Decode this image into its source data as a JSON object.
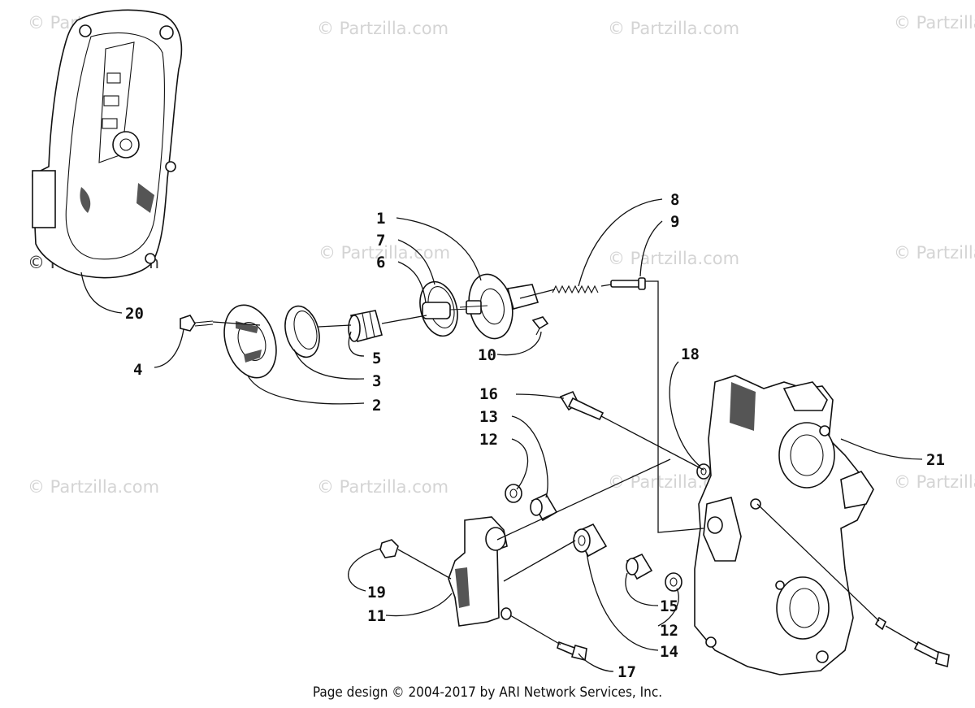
{
  "watermark": "© Partzilla.com",
  "callouts": [
    "1",
    "2",
    "3",
    "4",
    "5",
    "6",
    "7",
    "8",
    "9",
    "10",
    "11",
    "12",
    "12",
    "13",
    "14",
    "15",
    "16",
    "17",
    "18",
    "19",
    "20",
    "21"
  ],
  "footer": "Page design © 2004-2017 by ARI Network Services, Inc."
}
